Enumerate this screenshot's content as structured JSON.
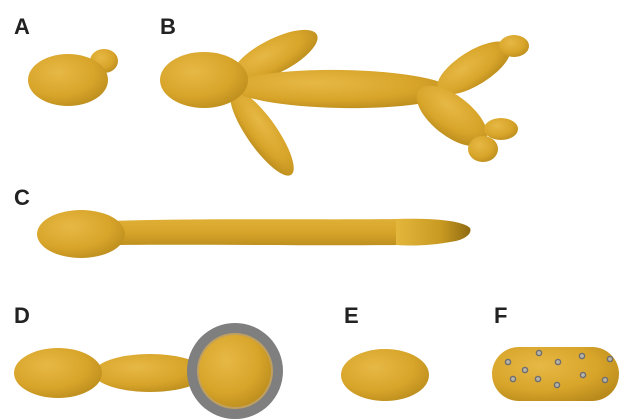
{
  "panels": [
    {
      "id": "A",
      "label": "A"
    },
    {
      "id": "B",
      "label": "B"
    },
    {
      "id": "C",
      "label": "C"
    },
    {
      "id": "D",
      "label": "D"
    },
    {
      "id": "E",
      "label": "E"
    },
    {
      "id": "F",
      "label": "F"
    }
  ],
  "colors": {
    "cell_fill": "#D8A52A",
    "cell_light": "#E6B845",
    "cell_dark": "#B88A1C",
    "capsule_ring": "#7F7F7F",
    "granule_fill": "#B9B4AA",
    "granule_stroke": "#6E6E6E",
    "label_color": "#222222"
  }
}
